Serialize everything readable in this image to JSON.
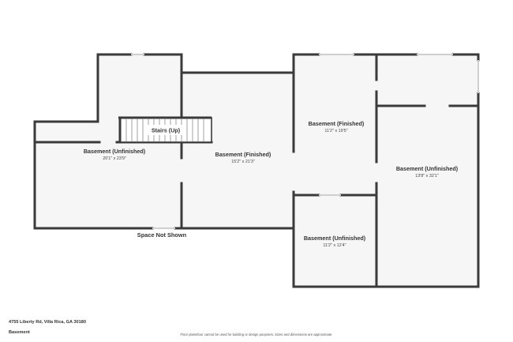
{
  "colors": {
    "wall": "#3a3a3a",
    "floor": "#f6f6f6",
    "window": "#cfcfcf"
  },
  "rooms": [
    {
      "name": "Basement (Unfinished)",
      "dims": "20'1\" x 23'9\""
    },
    {
      "name": "Stairs (Up)"
    },
    {
      "name": "Basement (Finished)",
      "dims": "15'2\" x 21'3\""
    },
    {
      "name": "Basement (Finished)",
      "dims": "11'2\" x 19'5\""
    },
    {
      "name": "Basement (Unfinished)",
      "dims": "11'2\" x 12'4\""
    },
    {
      "name": "Basement (Unfinished)",
      "dims": "13'8\" x 32'1\""
    }
  ],
  "annotations": {
    "space_not_shown": "Space Not Shown"
  },
  "footer": {
    "address": "4755 Liberty Rd, Villa Rica, GA 30180",
    "floor": "Basement",
    "disclaimer": "Floor plans/tour cannot be used for building or design purposes. Sizes and dimensions are approximate."
  }
}
